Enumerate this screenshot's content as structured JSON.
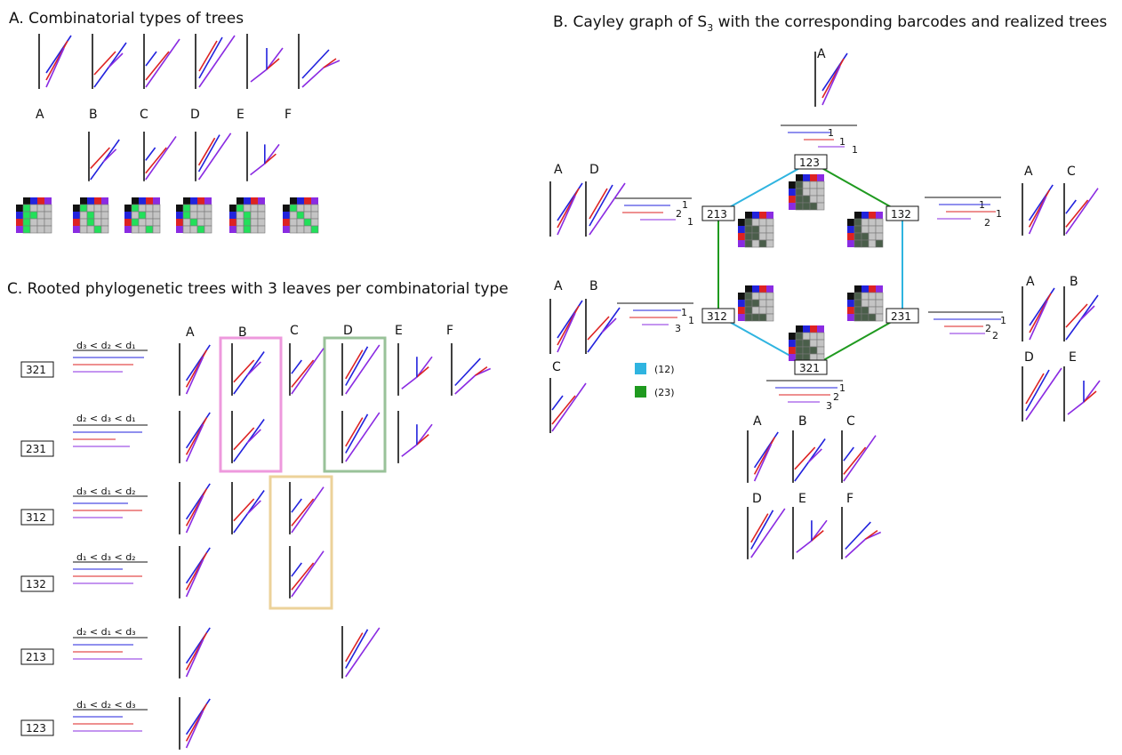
{
  "panel_a": {
    "title": "A. Combinatorial types of trees",
    "type_labels": [
      "A",
      "B",
      "C",
      "D",
      "E",
      "F"
    ]
  },
  "panel_b": {
    "title_prefix": "B. Cayley graph of S",
    "title_sub": "3",
    "title_suffix": " with the corresponding barcodes and realized trees",
    "vertices": [
      "123",
      "132",
      "231",
      "321",
      "312",
      "213"
    ],
    "legend": [
      {
        "label": "(12)",
        "color": "#2fb4e0"
      },
      {
        "label": "(23)",
        "color": "#1f9a1f"
      }
    ],
    "barcode_numbers": {
      "123": [
        "1",
        "1",
        "1"
      ],
      "213": [
        "1",
        "2",
        "1"
      ],
      "132": [
        "1",
        "1",
        "2"
      ],
      "312": [
        "1",
        "1",
        "3"
      ],
      "231": [
        "1",
        "2",
        "2"
      ],
      "321": [
        "1",
        "2",
        "3"
      ]
    },
    "tree_labels": {
      "123": [
        "A"
      ],
      "213": [
        "A",
        "D"
      ],
      "132": [
        "A",
        "C"
      ],
      "312": [
        "A",
        "B",
        "C"
      ],
      "231": [
        "A",
        "B",
        "D",
        "E"
      ],
      "321": [
        "A",
        "B",
        "C",
        "D",
        "E",
        "F"
      ]
    }
  },
  "panel_c": {
    "title": "C. Rooted phylogenetic trees with 3 leaves per combinatorial type",
    "column_labels": [
      "A",
      "B",
      "C",
      "D",
      "E",
      "F"
    ],
    "rows": [
      {
        "perm": "321",
        "order": "d₃ < d₂ < d₁"
      },
      {
        "perm": "231",
        "order": "d₂ < d₃ < d₁"
      },
      {
        "perm": "312",
        "order": "d₃ < d₁ < d₂"
      },
      {
        "perm": "132",
        "order": "d₁ < d₃ < d₂"
      },
      {
        "perm": "213",
        "order": "d₂ < d₁ < d₃"
      },
      {
        "perm": "123",
        "order": "d₁ < d₂ < d₃"
      }
    ]
  },
  "colors": {
    "blue": "#2222dd",
    "red": "#dd2222",
    "purple": "#8a2be2",
    "green_cell": "#22e05a",
    "dark_cell": "#4a5e4a",
    "grey_cell": "#c4c4c4",
    "highlight_b": "#ee99dd",
    "highlight_d": "#99c299",
    "highlight_c": "#ecd29a",
    "label_magenta": "#dd33cc",
    "label_green": "#2e8b2e",
    "label_gold": "#d4a017"
  }
}
